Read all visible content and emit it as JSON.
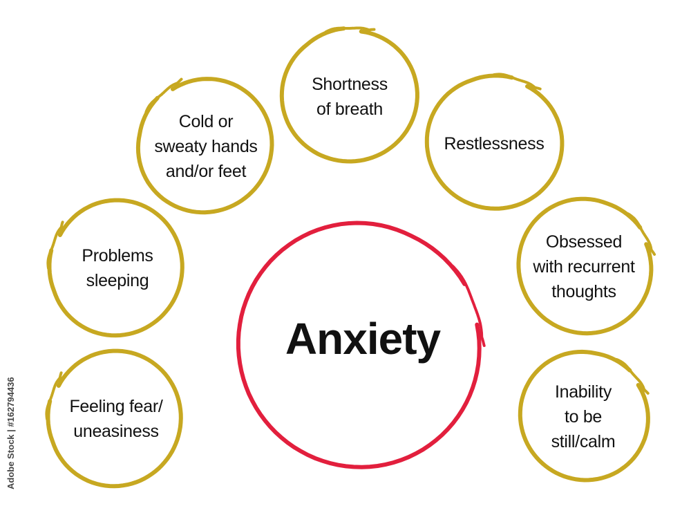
{
  "colors": {
    "node_ring": "#c7a821",
    "center_ring": "#e21f3d",
    "text": "#111111",
    "background": "#ffffff"
  },
  "center": {
    "label": "Anxiety"
  },
  "nodes": [
    {
      "id": "shortness",
      "lines": [
        "Shortness",
        "of breath"
      ]
    },
    {
      "id": "cold-hands",
      "lines": [
        "Cold or",
        "sweaty hands",
        "and/or feet"
      ]
    },
    {
      "id": "restlessness",
      "lines": [
        "Restlessness"
      ]
    },
    {
      "id": "problems-sleeping",
      "lines": [
        "Problems",
        "sleeping"
      ]
    },
    {
      "id": "obsessed",
      "lines": [
        "Obsessed",
        "with recurrent",
        "thoughts"
      ]
    },
    {
      "id": "feeling-fear",
      "lines": [
        "Feeling fear/",
        "uneasiness"
      ]
    },
    {
      "id": "inability",
      "lines": [
        "Inability",
        "to be",
        "still/calm"
      ]
    }
  ],
  "watermark": {
    "text": "Adobe Stock | #162794436"
  }
}
